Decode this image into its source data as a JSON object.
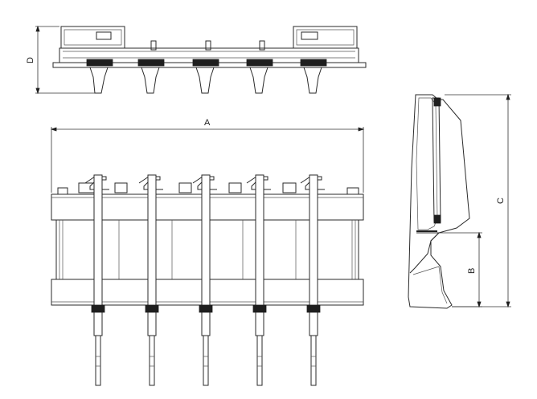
{
  "dimensions": {
    "a": "A",
    "b": "B",
    "c": "C",
    "d": "D"
  },
  "colors": {
    "line": "#2a2a2a",
    "background": "#ffffff",
    "dark_fill": "#1e1e1e"
  },
  "views": {
    "top_view_tine_count": 5,
    "front_view_tine_count": 5
  }
}
